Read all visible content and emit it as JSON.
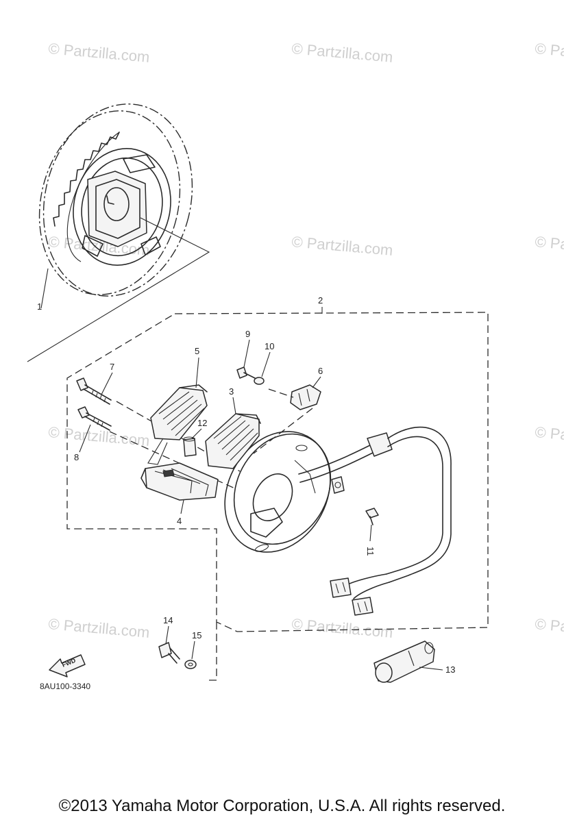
{
  "watermark": "© Partzilla.com",
  "diagram_code": "8AU100-3340",
  "fwd_label": "FWD",
  "copyright": "©2013  Yamaha Motor Corporation, U.S.A. All rights reserved.",
  "callouts": {
    "c1": "1",
    "c2": "2",
    "c3": "3",
    "c4": "4",
    "c5": "5",
    "c6": "6",
    "c7": "7",
    "c8": "8",
    "c9": "9",
    "c10": "10",
    "c11": "11",
    "c12": "12",
    "c13": "13",
    "c14": "14",
    "c15": "15"
  }
}
